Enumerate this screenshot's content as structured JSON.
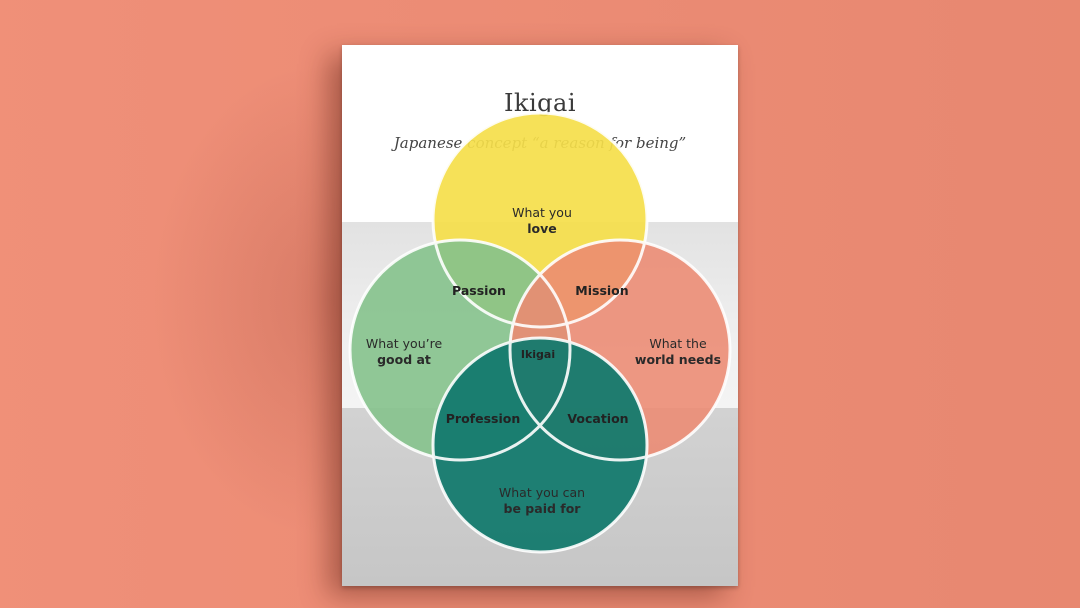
{
  "doc": {
    "title": "Ikigai",
    "subtitle": "Japanese concept “a reason for being”"
  },
  "circles": {
    "top": {
      "line1": "What you",
      "line2": "love",
      "color": "#f5de4a"
    },
    "left": {
      "line1": "What you’re",
      "line2": "good at",
      "color": "#85c28c"
    },
    "right": {
      "line1": "What the",
      "line2": "world needs",
      "color": "#ec8a72"
    },
    "bottom": {
      "line1": "What you can",
      "line2": "be paid for",
      "color": "#147a6e"
    }
  },
  "overlaps": {
    "passion": "Passion",
    "mission": "Mission",
    "profession": "Profession",
    "vocation": "Vocation",
    "center": "Ikigai"
  },
  "colors": {
    "background": "#ef8c74",
    "passion": "#d2dc6a",
    "mission": "#f1c27a",
    "profession": "#17a08a",
    "vocation": "#e9afd0",
    "center": "#b598c0"
  }
}
